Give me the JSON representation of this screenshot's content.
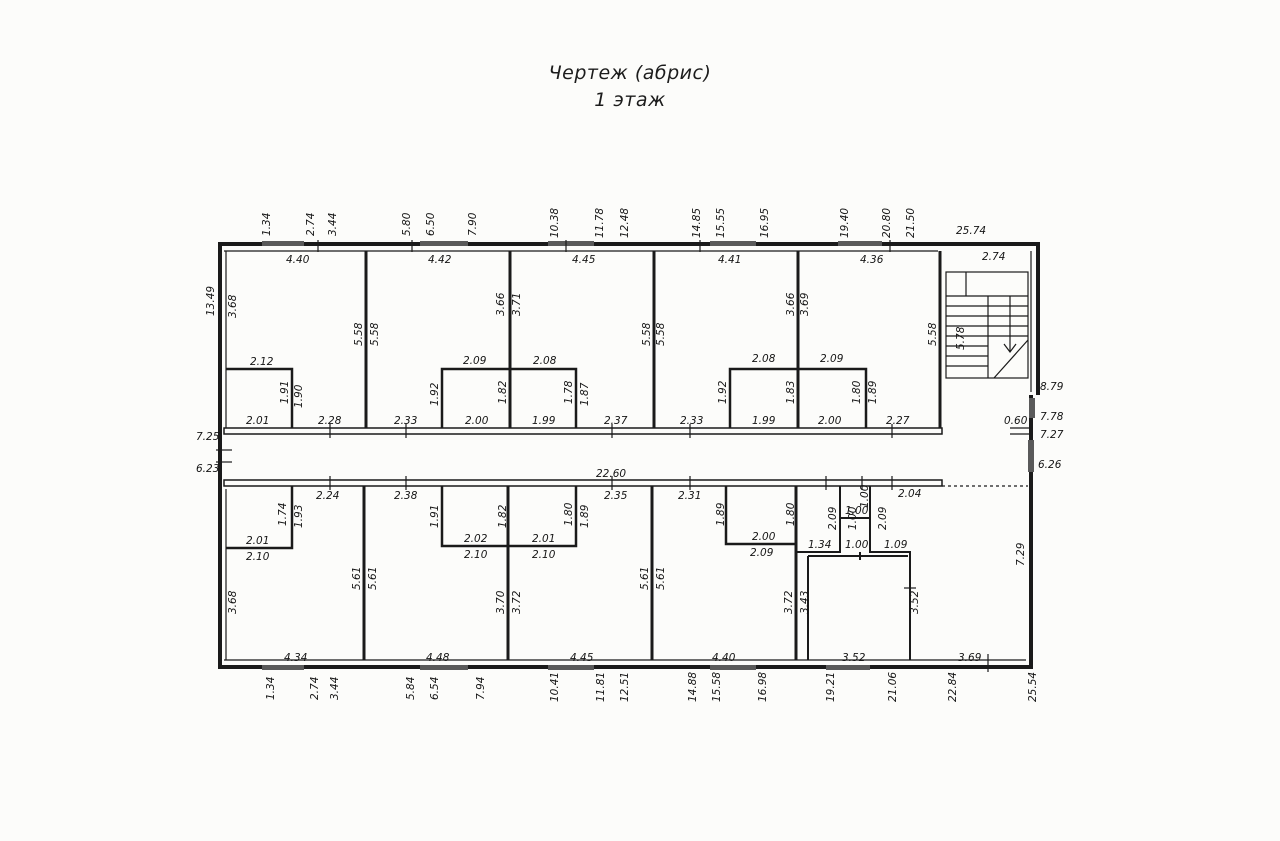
{
  "title": {
    "line1": "Чертеж (абрис)",
    "line2": "1 этаж"
  },
  "top_ticks": [
    "1.34",
    "2.74",
    "3.44",
    "5.80",
    "6.50",
    "7.90",
    "10.38",
    "11.78",
    "12.48",
    "14.85",
    "15.55",
    "16.95",
    "19.40",
    "20.80",
    "21.50",
    "25.74"
  ],
  "bottom_ticks": [
    "1.34",
    "2.74",
    "3.44",
    "5.84",
    "6.54",
    "7.94",
    "10.41",
    "11.81",
    "12.51",
    "14.88",
    "15.58",
    "16.98",
    "19.21",
    "21.06",
    "22.84",
    "25.54"
  ],
  "left_labels": [
    "13.49",
    "7.25",
    "6.23"
  ],
  "right_labels": [
    "8.79",
    "7.78",
    "7.27",
    "6.26",
    "0.60"
  ],
  "room_labels": {
    "top_widths": [
      "4.40",
      "4.42",
      "4.45",
      "4.41",
      "4.36",
      "2.74"
    ],
    "top_heights": [
      "3.68",
      "5.58",
      "5.58",
      "3.66",
      "3.71",
      "5.58",
      "5.58",
      "3.66",
      "3.69",
      "5.58",
      "5.78"
    ],
    "top_closets": [
      "2.12",
      "1.91",
      "1.90",
      "2.09",
      "1.92",
      "1.82",
      "2.08",
      "1.78",
      "1.87",
      "2.08",
      "1.92",
      "1.83",
      "2.09",
      "1.80",
      "1.89"
    ],
    "top_corr": [
      "2.01",
      "2.28",
      "2.33",
      "2.00",
      "1.99",
      "2.37",
      "2.33",
      "1.99",
      "2.00",
      "2.27"
    ],
    "corridor": "22.60",
    "bot_corr": [
      "2.24",
      "2.38",
      "2.35",
      "2.31",
      "2.04"
    ],
    "bot_closets": [
      "2.01",
      "1.74",
      "1.93",
      "1.91",
      "1.82",
      "2.02",
      "2.01",
      "1.80",
      "1.89",
      "1.89",
      "1.80",
      "2.00",
      "2.09",
      "1.00",
      "1.00",
      "2.09",
      "1.00",
      "1.34",
      "1.00",
      "1.09"
    ],
    "bot_closet_widths": [
      "2.10",
      "2.10",
      "2.10",
      "2.09"
    ],
    "bot_heights": [
      "3.68",
      "5.61",
      "5.61",
      "3.70",
      "3.72",
      "5.61",
      "5.61",
      "3.72",
      "3.43",
      "3.52",
      "7.29"
    ],
    "bot_widths": [
      "4.34",
      "4.48",
      "4.45",
      "4.40",
      "3.52",
      "3.69"
    ]
  }
}
